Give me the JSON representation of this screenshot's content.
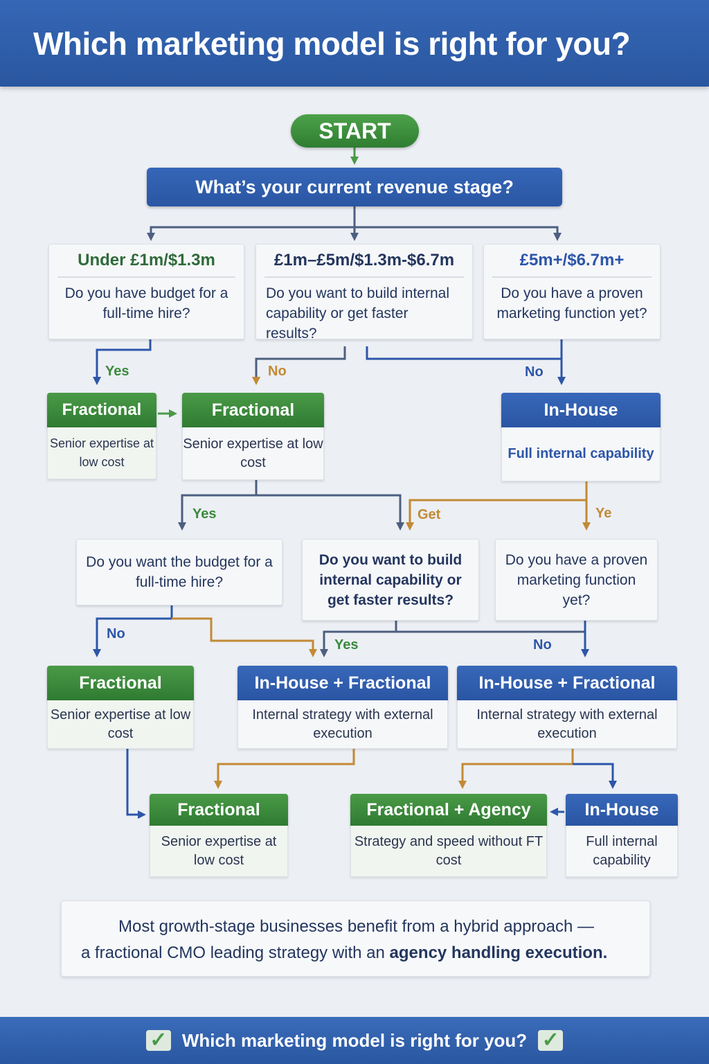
{
  "title": "Which marketing model is right for you?",
  "start": "START",
  "root_question": "What’s your current revenue stage?",
  "stages": [
    {
      "range": "Under £1m/$1.3m",
      "question": "Do you have budget for a full-time hire?"
    },
    {
      "range": "£1m–£5m/$1.3m-$6.7m",
      "question": "Do you want to build internal capability or get faster results?"
    },
    {
      "range": "£5m+/$6.7m+",
      "question": "Do you have a proven marketing function yet?"
    }
  ],
  "row1": [
    {
      "title": "Fractional",
      "desc": "Senior expertise at low cost"
    },
    {
      "title": "Fractional",
      "desc": "Senior expertise at low cost"
    },
    {
      "title": "In-House",
      "desc": "Full internal capability"
    }
  ],
  "questions2": [
    "Do you want the budget for a full-time hire?",
    "Do you want to build internal capability or get faster results?",
    "Do you have a proven marketing function yet?"
  ],
  "row3": [
    {
      "title": "Fractional",
      "desc": "Senior expertise at low cost"
    },
    {
      "title": "In-House + Fractional",
      "desc": "Internal strategy with external execution"
    },
    {
      "title": "In-House + Fractional",
      "desc": "Internal strategy with external execution"
    }
  ],
  "row4": [
    {
      "title": "Fractional",
      "desc": "Senior expertise at low cost"
    },
    {
      "title": "Fractional + Agency",
      "desc": "Strategy and speed without FT cost"
    },
    {
      "title": "In-House",
      "desc": "Full internal capability"
    }
  ],
  "edge_labels": {
    "yes1": "Yes",
    "no1": "No",
    "no2": "No",
    "yes2": "Yes",
    "get": "Get",
    "ye": "Ye",
    "no3": "No",
    "yes3": "Yes",
    "no4": "No"
  },
  "note": {
    "line1": "Most growth-stage businesses benefit from a hybrid approach —",
    "line2_plain": "a fractional CMO leading strategy with an ",
    "line2_bold": "agency handling execution."
  },
  "footer": "Which marketing model is right for you?",
  "colors": {
    "primary_blue": "#2d56a8",
    "green": "#3b8a3c",
    "orange": "#c28a35",
    "navy_line": "#4d5f80",
    "background": "#eceff4"
  }
}
